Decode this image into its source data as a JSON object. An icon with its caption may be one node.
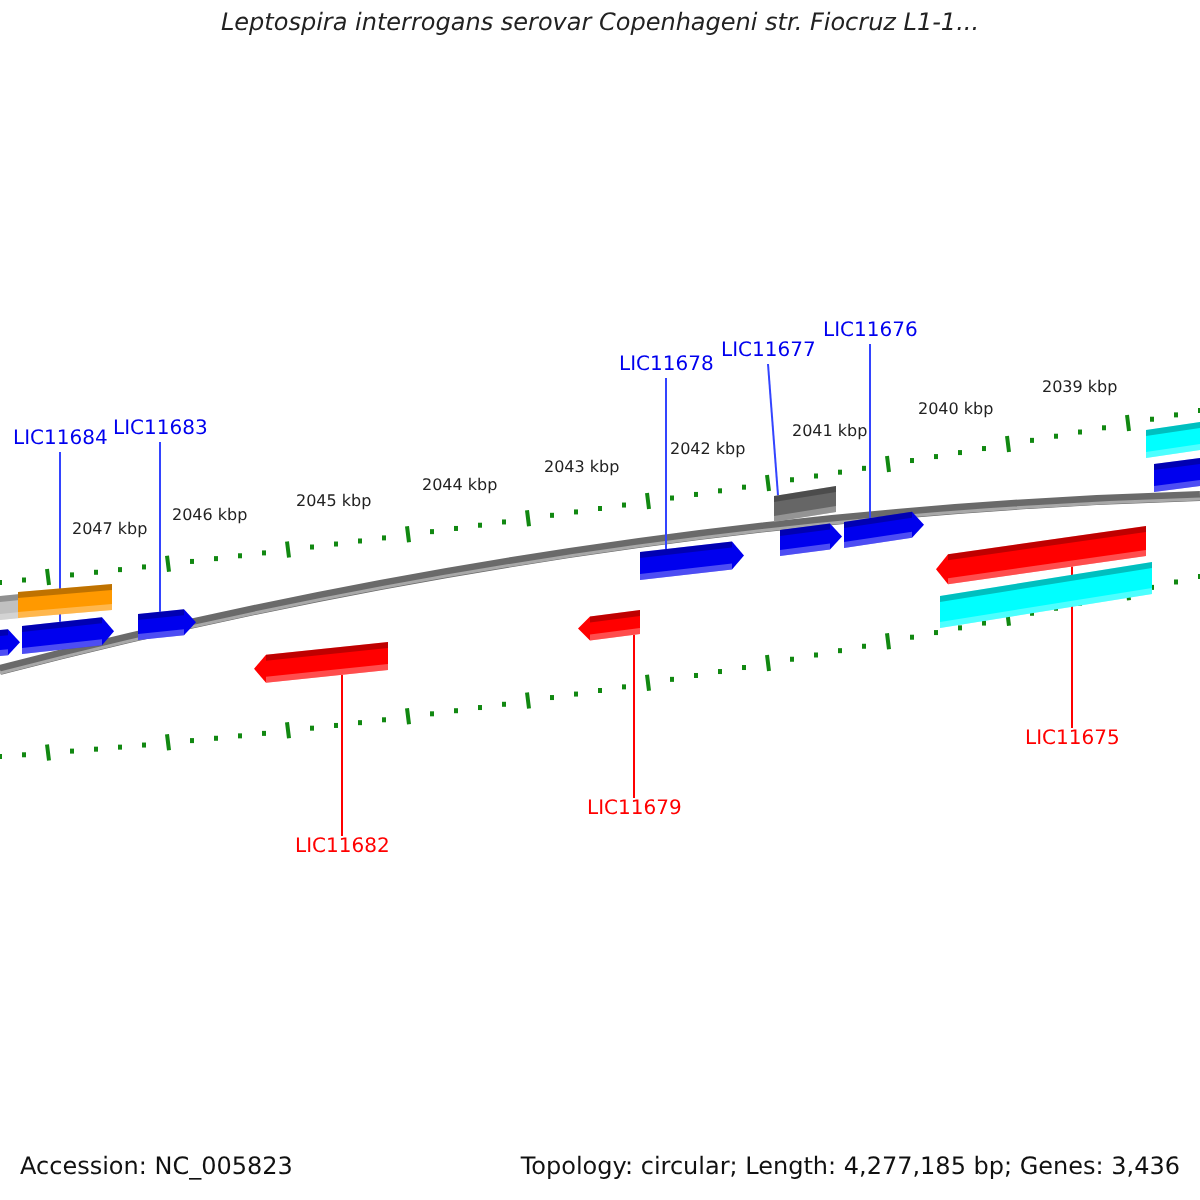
{
  "diagram": {
    "title": "Leptospira interrogans serovar Copenhageni str. Fiocruz L1-1...",
    "nodes": [
      {
        "text": [
          "LIC11684"
        ]
      },
      {
        "text": [
          "LIC11683"
        ]
      },
      {
        "text": [
          "LIC11678"
        ]
      },
      {
        "text": [
          "LIC11677"
        ]
      },
      {
        "text": [
          "LIC11676"
        ]
      },
      {
        "text": [
          "LIC11682"
        ]
      },
      {
        "text": [
          "LIC11679"
        ]
      },
      {
        "text": [
          "LIC11675"
        ]
      },
      {
        "text": [],
        "shape": "bar"
      },
      {
        "text": [],
        "shape": "bar"
      },
      {
        "text": [],
        "shape": "arrow"
      },
      {
        "text": [],
        "shape": "arrow"
      },
      {
        "text": [],
        "shape": "arrow"
      },
      {
        "text": [],
        "shape": "arrow"
      },
      {
        "text": [],
        "shape": "arrow"
      },
      {
        "text": [],
        "shape": "arrow"
      },
      {
        "text": [],
        "shape": "bar"
      },
      {
        "text": [],
        "shape": "arrow"
      },
      {
        "text": [],
        "shape": "arrow"
      },
      {
        "text": [],
        "shape": "arrow"
      },
      {
        "text": [],
        "shape": "bar"
      },
      {
        "text": [],
        "shape": "bar"
      },
      {
        "text": [],
        "shape": "bar"
      }
    ],
    "edges": [
      {
        "from": 0,
        "to": 11,
        "arrow": "none"
      },
      {
        "from": 1,
        "to": 12,
        "arrow": "none"
      },
      {
        "from": 2,
        "to": 15,
        "arrow": "none"
      },
      {
        "from": 3,
        "to": 16,
        "arrow": "none"
      },
      {
        "from": 4,
        "to": 18,
        "arrow": "none"
      },
      {
        "from": 5,
        "to": 13,
        "arrow": "none",
        "color": "#ff0000"
      },
      {
        "from": 6,
        "to": 14,
        "arrow": "none",
        "color": "#ff0000"
      },
      {
        "from": 7,
        "to": 19,
        "arrow": "none",
        "color": "#ff0000"
      }
    ],
    "labels": [
      "2039 kbp",
      "2040 kbp",
      "2041 kbp",
      "2042 kbp",
      "2043 kbp",
      "2044 kbp",
      "2045 kbp",
      "2046 kbp",
      "2047 kbp",
      "Accession: NC_005823",
      "Topology: circular; Length: 4,277,185 bp; Genes: 3,436"
    ]
  }
}
